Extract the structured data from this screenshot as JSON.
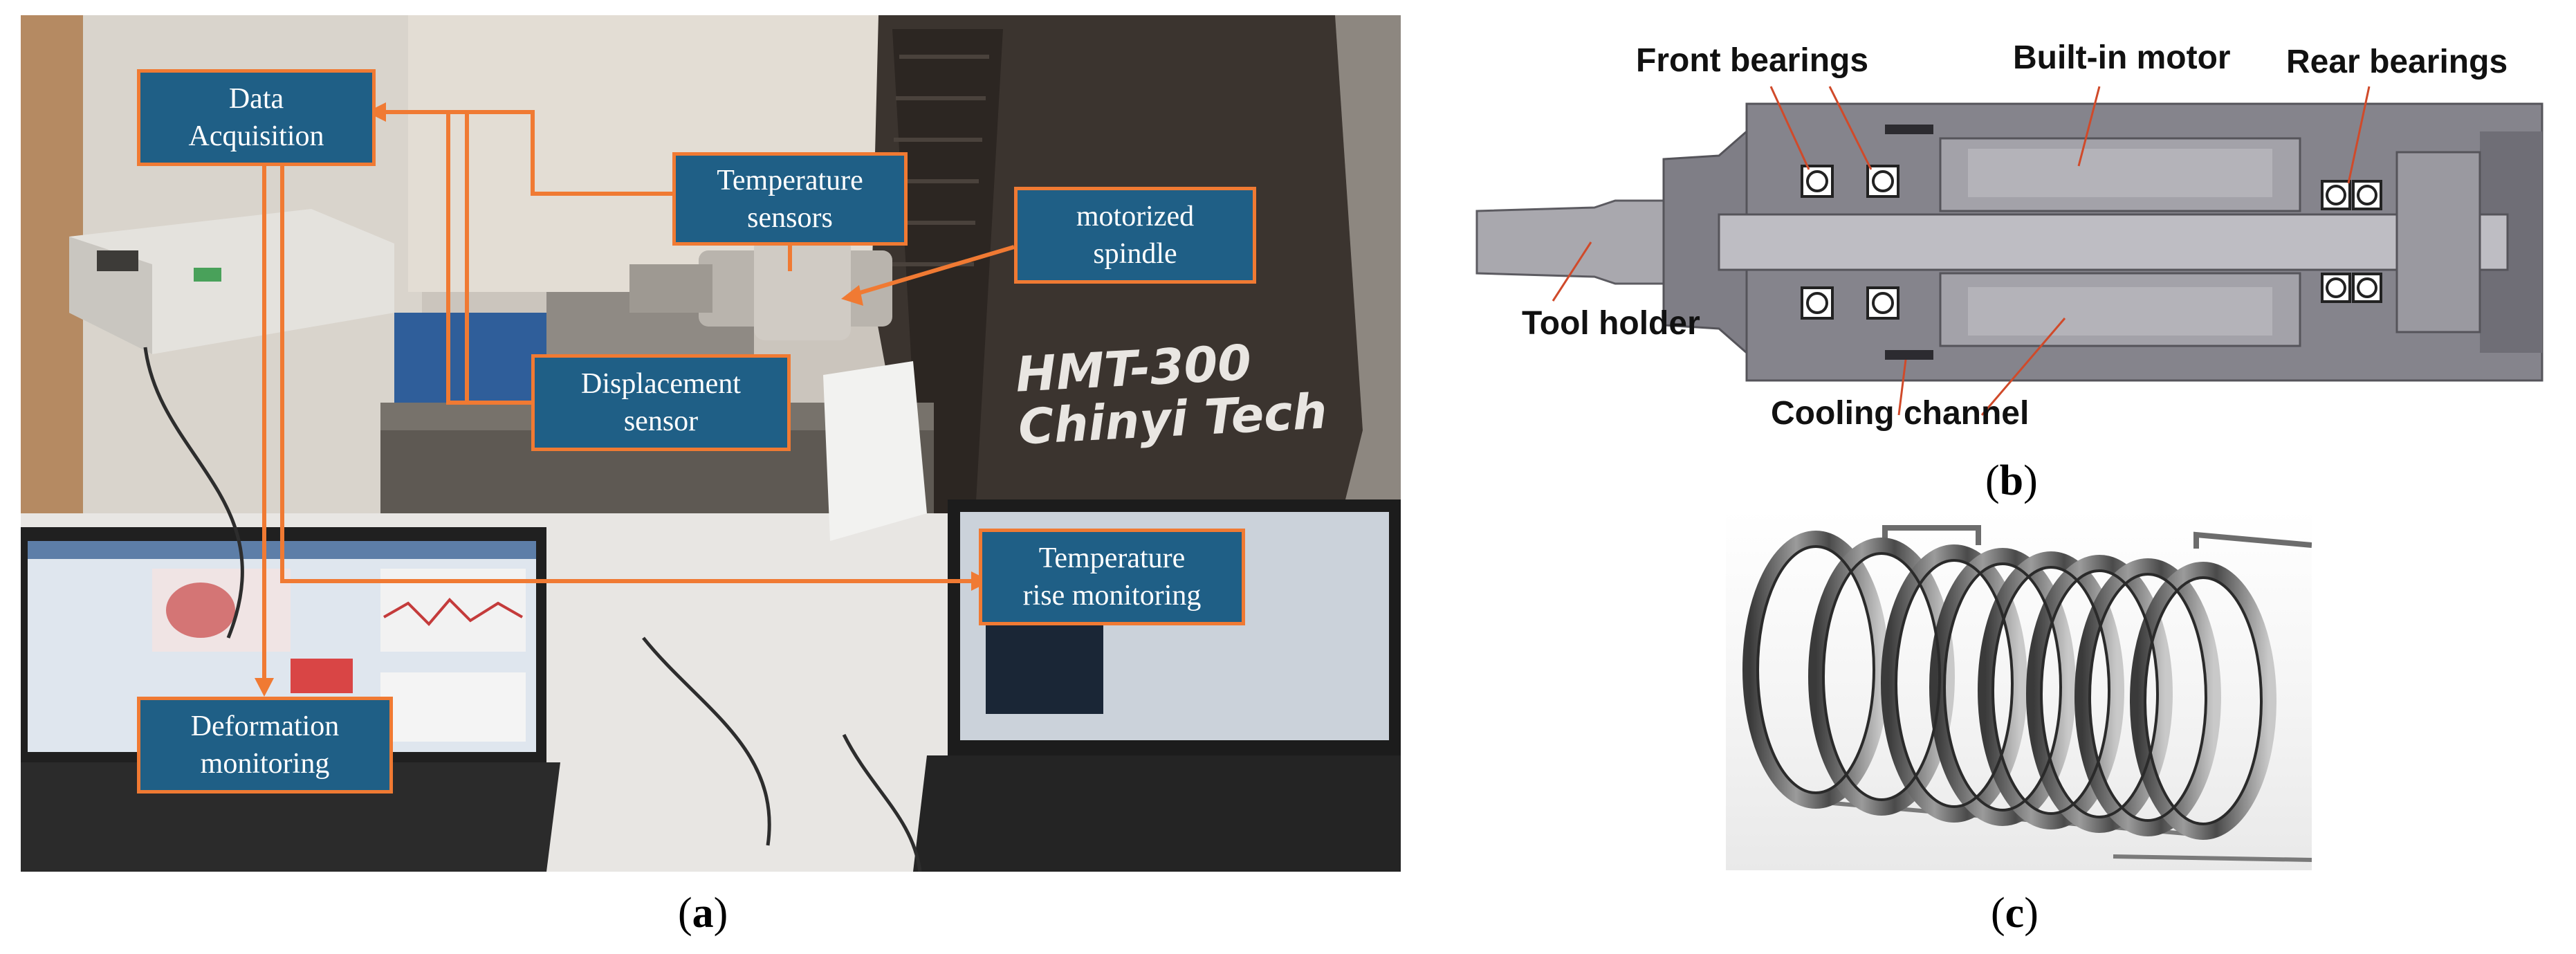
{
  "panel_a": {
    "callouts": {
      "data_acquisition": [
        "Data",
        "Acquisition"
      ],
      "temperature_sensors": [
        "Temperature",
        "sensors"
      ],
      "motorized_spindle": [
        "motorized",
        "spindle"
      ],
      "displacement_sensor": [
        "Displacement",
        "sensor"
      ],
      "temperature_rise": [
        "Temperature",
        "rise monitoring"
      ],
      "deformation_monitoring": [
        "Deformation",
        "monitoring"
      ]
    },
    "machine_text": [
      "HMT-300",
      "Chinyi Tech"
    ],
    "caption": "a"
  },
  "panel_b": {
    "labels": {
      "front_bearings": "Front bearings",
      "built_in_motor": "Built-in motor",
      "rear_bearings": "Rear bearings",
      "tool_holder": "Tool holder",
      "cooling_channel": "Cooling channel"
    },
    "caption": "b"
  },
  "panel_c": {
    "caption": "c"
  },
  "colors": {
    "callout_fill": "#1f5f86",
    "callout_border": "#f07a33",
    "connector": "#f07a33"
  }
}
